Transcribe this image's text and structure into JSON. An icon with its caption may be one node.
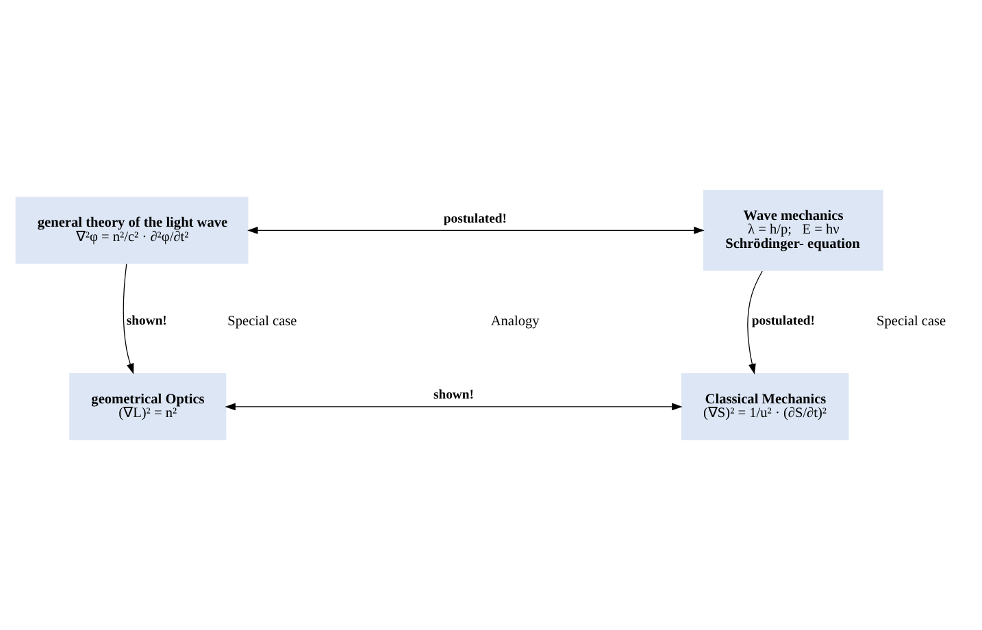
{
  "diagram": {
    "nodes": [
      {
        "text": [
          "general theory of the light wave",
          "∇²φ = n²/c² · ∂²φ/∂t²"
        ]
      },
      {
        "text": [
          "Wave mechanics",
          "λ = h/p;   E = hν",
          "Schrödinger- equation"
        ]
      },
      {
        "text": [
          "geometrical Optics",
          "(∇L)² = n²"
        ]
      },
      {
        "text": [
          "Classical Mechanics",
          "(∇S)² = 1/u² · (∂S/∂t)²"
        ]
      }
    ],
    "edges": [
      {
        "from": 0,
        "to": 1,
        "arrow": "both",
        "label": "postulated!"
      },
      {
        "from": 0,
        "to": 2,
        "arrow": "to",
        "label": "shown!"
      },
      {
        "from": 1,
        "to": 3,
        "arrow": "to",
        "label": "postulated!"
      },
      {
        "from": 2,
        "to": 3,
        "arrow": "both",
        "label": "shown!"
      }
    ],
    "labels": [
      "Special case",
      "Special case",
      "Analogy"
    ]
  }
}
